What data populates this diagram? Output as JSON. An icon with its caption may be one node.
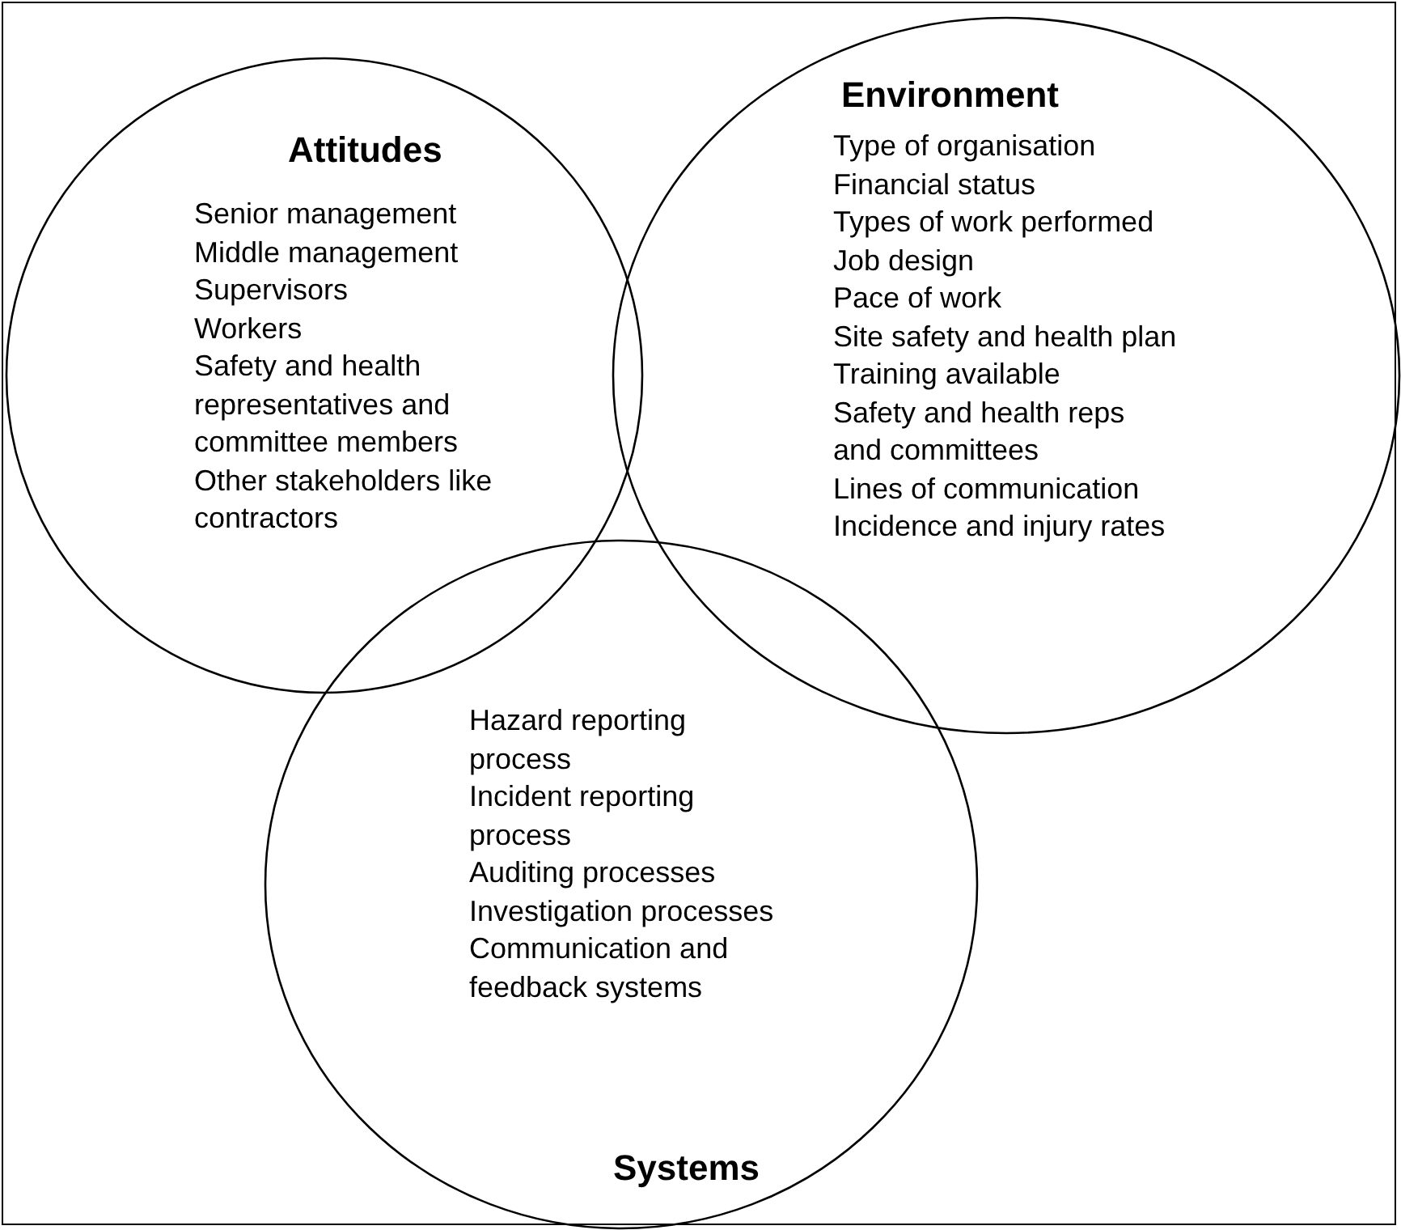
{
  "diagram": {
    "nodes": [
      {
        "text": [
          "Attitudes",
          "Senior management",
          "Middle management",
          "Supervisors",
          "Workers",
          "Safety and health representatives and committee members",
          "Other stakeholders like contractors"
        ]
      },
      {
        "text": [
          "Environment",
          "Type of organisation",
          "Financial status",
          "Types of work performed",
          "Job design",
          "Pace of work",
          "Site safety and health plan",
          "Training available",
          "Safety and health reps and committees",
          "Lines of communication",
          "Incidence and injury rates"
        ]
      },
      {
        "text": [
          "Systems",
          "Hazard reporting process",
          "Incident reporting process",
          "Auditing processes",
          "Investigation processes",
          "Communication and feedback systems"
        ]
      }
    ],
    "edges": []
  }
}
